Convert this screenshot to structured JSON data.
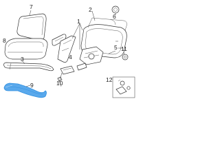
{
  "callouts": {
    "c1": "1",
    "c2": "2",
    "c3": "3",
    "c4": "4",
    "c5": "5",
    "c6": "6",
    "c7": "7",
    "c8": "8",
    "c9": "9",
    "c10": "10",
    "c11": "11",
    "c12": "12"
  },
  "colors": {
    "highlight": "#2f8fe0",
    "highlight_fill": "#5aa9ec",
    "line": "#333333"
  }
}
